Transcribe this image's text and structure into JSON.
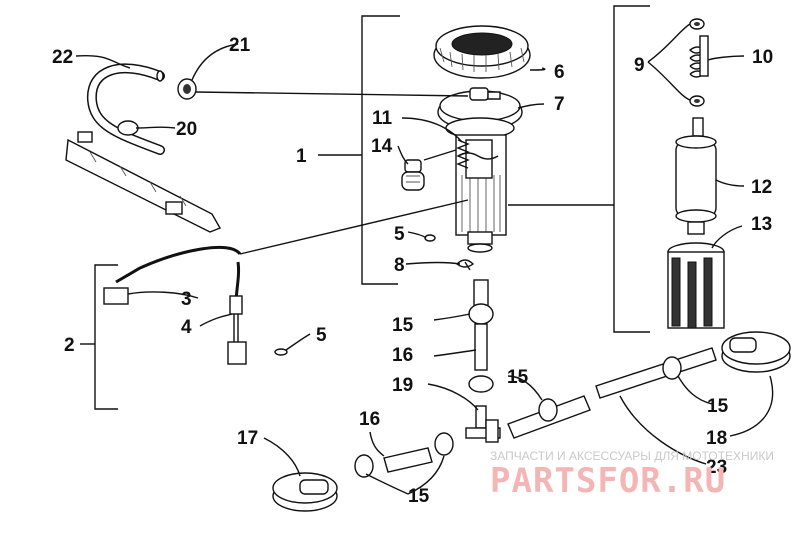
{
  "callouts": {
    "c1": "1",
    "c2": "2",
    "c3": "3",
    "c4": "4",
    "c5a": "5",
    "c5b": "5",
    "c6": "6",
    "c7": "7",
    "c8": "8",
    "c9": "9",
    "c10": "10",
    "c11": "11",
    "c12": "12",
    "c13": "13",
    "c14": "14",
    "c15a": "15",
    "c15b": "15",
    "c15c": "15",
    "c15d": "15",
    "c16a": "16",
    "c16b": "16",
    "c17": "17",
    "c18": "18",
    "c19": "19",
    "c20": "20",
    "c21": "21",
    "c22": "22",
    "c23": "23"
  },
  "watermark": {
    "subtitle": "ЗАПЧАСТИ И АКСЕССУАРЫ ДЛЯ МОТОТЕХНИКИ",
    "logo": "PARTSFOR.RU"
  },
  "colors": {
    "line": "#111111",
    "watermark_logo": "#f4b5b5",
    "watermark_text": "#c9c9c9"
  }
}
